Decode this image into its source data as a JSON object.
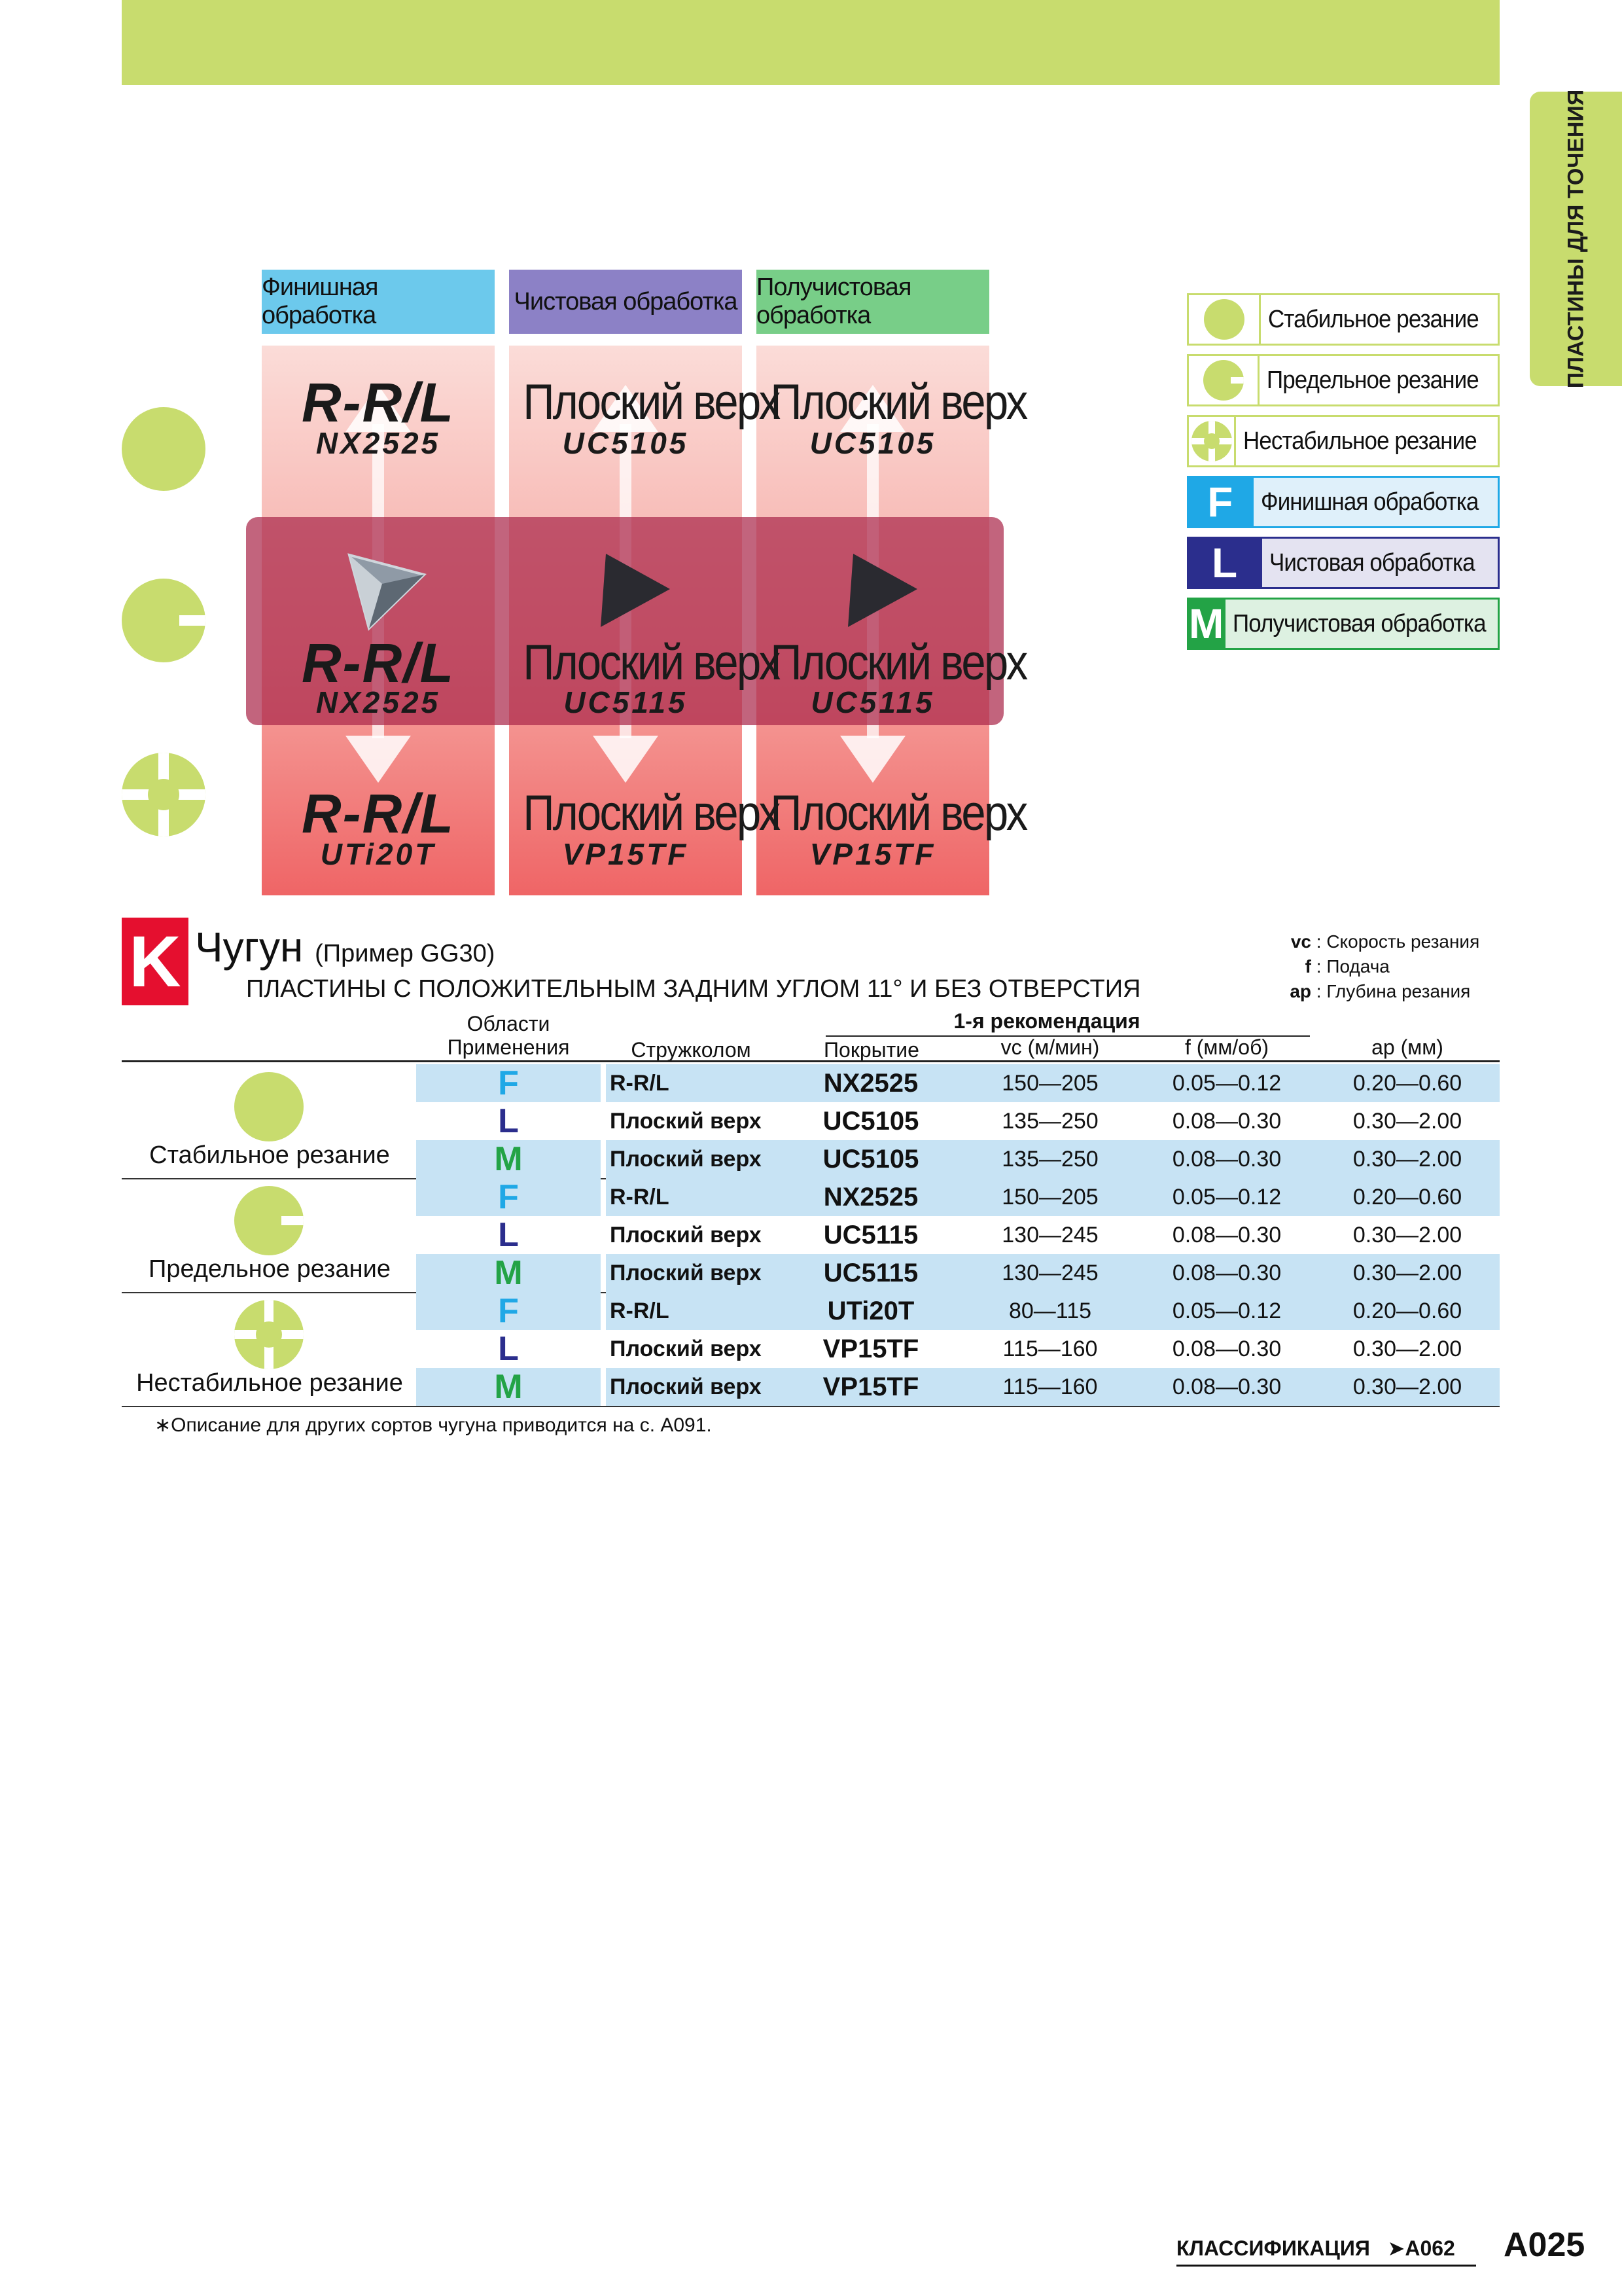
{
  "side_tab": "ПЛАСТИНЫ ДЛЯ ТОЧЕНИЯ",
  "matrix": {
    "headers": [
      "Финишная обработка",
      "Чистовая обработка",
      "Получистовая обработка"
    ],
    "rows": [
      [
        {
          "big": "R-R/L",
          "small": "NX2525"
        },
        {
          "big": "Плоский верх",
          "small": "UC5105"
        },
        {
          "big": "Плоский верх",
          "small": "UC5105"
        }
      ],
      [
        {
          "big": "R-R/L",
          "small": "NX2525"
        },
        {
          "big": "Плоский верх",
          "small": "UC5115"
        },
        {
          "big": "Плоский верх",
          "small": "UC5115"
        }
      ],
      [
        {
          "big": "R-R/L",
          "small": "UTi20T"
        },
        {
          "big": "Плоский верх",
          "small": "VP15TF"
        },
        {
          "big": "Плоский верх",
          "small": "VP15TF"
        }
      ]
    ]
  },
  "legend": [
    {
      "symbol": "stable-circle",
      "label": "Стабильное резание"
    },
    {
      "symbol": "limit-circle",
      "label": "Предельное резание"
    },
    {
      "symbol": "unstable-circle",
      "label": "Нестабильное резание"
    },
    {
      "symbol": "F",
      "label": "Финишная обработка",
      "color": "#1fa8e6"
    },
    {
      "symbol": "L",
      "label": "Чистовая обработка",
      "color": "#2b2e8d"
    },
    {
      "symbol": "M",
      "label": "Получистовая обработка",
      "color": "#23a346"
    }
  ],
  "section": {
    "letter": "K",
    "title": "Чугун",
    "title_note": "(Пример GG30)",
    "subtitle": "ПЛАСТИНЫ С ПОЛОЖИТЕЛЬНЫМ ЗАДНИМ УГЛОМ 11° И БЕЗ ОТВЕРСТИЯ"
  },
  "abbreviations": [
    {
      "key": "vc",
      "text": ": Скорость резания"
    },
    {
      "key": "f",
      "text": ": Подача"
    },
    {
      "key": "ap",
      "text": ": Глубина резания"
    }
  ],
  "table": {
    "headers": {
      "area_line1": "Области",
      "area_line2": "Применения",
      "group": "1-я рекомендация",
      "breaker": "Стружколом",
      "coating": "Покрытие",
      "vc": "vc (м/мин)",
      "f": "f (мм/об)",
      "ap": "ap (мм)"
    },
    "groups": [
      {
        "condition": "Стабильное резание",
        "rows": [
          {
            "letter": "F",
            "breaker": "R-R/L",
            "coating": "NX2525",
            "vc": "150—205",
            "f": "0.05—0.12",
            "ap": "0.20—0.60"
          },
          {
            "letter": "L",
            "breaker": "Плоский верх",
            "coating": "UC5105",
            "vc": "135—250",
            "f": "0.08—0.30",
            "ap": "0.30—2.00"
          },
          {
            "letter": "M",
            "breaker": "Плоский верх",
            "coating": "UC5105",
            "vc": "135—250",
            "f": "0.08—0.30",
            "ap": "0.30—2.00"
          }
        ]
      },
      {
        "condition": "Предельное резание",
        "rows": [
          {
            "letter": "F",
            "breaker": "R-R/L",
            "coating": "NX2525",
            "vc": "150—205",
            "f": "0.05—0.12",
            "ap": "0.20—0.60"
          },
          {
            "letter": "L",
            "breaker": "Плоский верх",
            "coating": "UC5115",
            "vc": "130—245",
            "f": "0.08—0.30",
            "ap": "0.30—2.00"
          },
          {
            "letter": "M",
            "breaker": "Плоский верх",
            "coating": "UC5115",
            "vc": "130—245",
            "f": "0.08—0.30",
            "ap": "0.30—2.00"
          }
        ]
      },
      {
        "condition": "Нестабильное резание",
        "rows": [
          {
            "letter": "F",
            "breaker": "R-R/L",
            "coating": "UTi20T",
            "vc": "80—115",
            "f": "0.05—0.12",
            "ap": "0.20—0.60"
          },
          {
            "letter": "L",
            "breaker": "Плоский верх",
            "coating": "VP15TF",
            "vc": "115—160",
            "f": "0.08—0.30",
            "ap": "0.30—2.00"
          },
          {
            "letter": "M",
            "breaker": "Плоский верх",
            "coating": "VP15TF",
            "vc": "115—160",
            "f": "0.08—0.30",
            "ap": "0.30—2.00"
          }
        ]
      }
    ]
  },
  "footnote": "∗Описание для других сортов чугуна приводится на с. A091.",
  "footer": {
    "ref_label": "КЛАССИФИКАЦИЯ",
    "ref_arrow": "➤",
    "ref_page": "A062",
    "page_number": "A025"
  },
  "colors": {
    "accent_green": "#c8dc6e",
    "finishing_blue": "#6cc9ec",
    "light_purple": "#8c81c6",
    "medium_green": "#78ce88",
    "k_red": "#e50f2f",
    "row_blue": "#c7e3f4"
  }
}
